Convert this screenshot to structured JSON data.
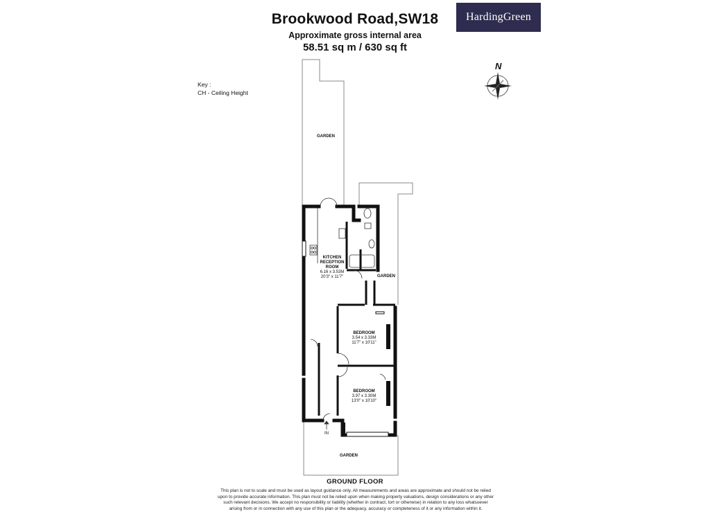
{
  "header": {
    "title": "Brookwood Road,SW18",
    "subtitle": "Approximate gross internal area",
    "area": "58.51 sq m / 630 sq ft"
  },
  "brand": {
    "logo_text": "HardingGreen",
    "logo_color": "#2e2d4f"
  },
  "key": {
    "heading": "Key :",
    "item": "CH - Ceiling Height"
  },
  "compass": {
    "north_label": "N"
  },
  "rooms": {
    "garden_rear": "GARDEN",
    "garden_side": "GARDEN",
    "garden_front": "GARDEN",
    "kitchen": {
      "name_line1": "KITCHEN",
      "name_line2": "RECEPTION",
      "name_line3": "ROOM",
      "metric": "6.16 x 3.53M",
      "imperial": "20'3\" x 11'7\""
    },
    "bedroom1": {
      "name": "BEDROOM",
      "metric": "3.54 x 3.33M",
      "imperial": "11'7\" x 10'11\""
    },
    "bedroom2": {
      "name": "BEDROOM",
      "metric": "3.97 x 3.30M",
      "imperial": "13'0\" x 10'10\""
    },
    "entrance": "IN"
  },
  "floor_label": "GROUND FLOOR",
  "disclaimer": "This plan is not to scale and must be used as layout guidance only. All measurements and areas are approximate and should not be relied upon to provide accurate information. This plan must not be relied upon when making property valuations, design considerations or any other such relevant decisions. We accept no responsibility or liability (whether in contract, tort or otherwise) in relation to any loss whatsoever arising from or in connection with any use of this plan or the adequacy, accuracy or completeness of it or any information within it."
}
